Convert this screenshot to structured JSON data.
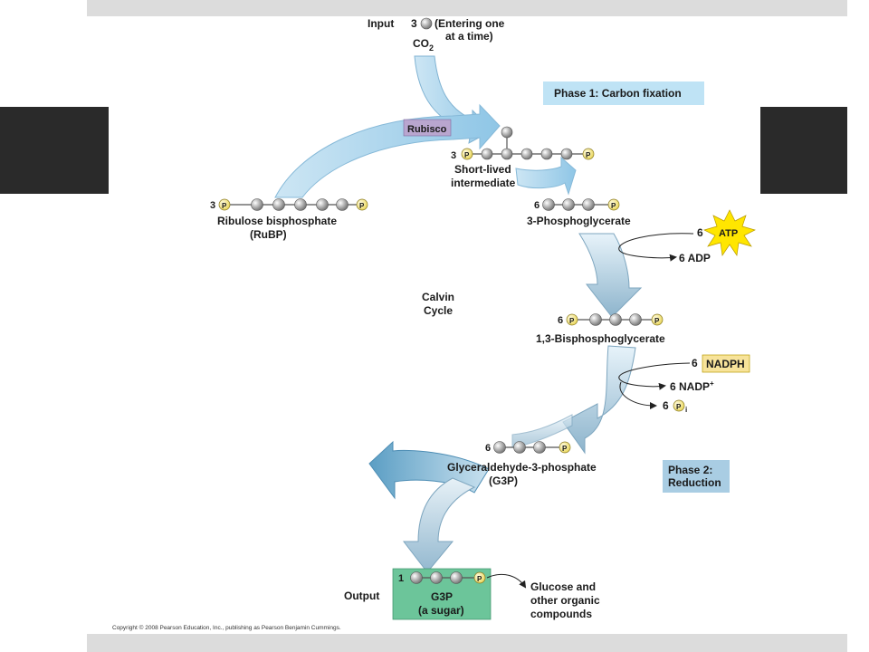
{
  "input": {
    "label": "Input",
    "count": "3",
    "entering_line1": "(Entering one",
    "entering_line2": "at a time)",
    "molecule_main": "CO",
    "molecule_sub": "2"
  },
  "phase1": {
    "label": "Phase 1: Carbon fixation"
  },
  "phase2": {
    "line1": "Phase 2:",
    "line2": "Reduction"
  },
  "rubisco": {
    "label": "Rubisco"
  },
  "intermediate": {
    "count": "3",
    "line1": "Short-lived",
    "line2": "intermediate"
  },
  "pga": {
    "count": "6",
    "label": "3-Phosphoglycerate"
  },
  "rubp": {
    "count": "3",
    "line1": "Ribulose bisphosphate",
    "line2": "(RuBP)"
  },
  "atp": {
    "count": "6",
    "label": "ATP"
  },
  "adp": {
    "label": "6 ADP"
  },
  "calvin": {
    "line1": "Calvin",
    "line2": "Cycle"
  },
  "bpg": {
    "count": "6",
    "label": "1,3-Bisphosphoglycerate"
  },
  "nadph": {
    "count": "6",
    "label": "NADPH"
  },
  "nadp": {
    "label": "6 NADP",
    "sup": "+"
  },
  "pi": {
    "count": "6",
    "letter": "P",
    "sub": "i"
  },
  "g3p_main": {
    "count": "6",
    "line1": "Glyceraldehyde-3-phosphate",
    "line2": "(G3P)"
  },
  "output": {
    "label": "Output",
    "count": "1",
    "box_line1": "G3P",
    "box_line2": "(a sugar)",
    "dest_line1": "Glucose and",
    "dest_line2": "other organic",
    "dest_line3": "compounds"
  },
  "phosphate_letter": "P",
  "copyright": "Copyright © 2008 Pearson Education, Inc., publishing as Pearson Benjamin Cummings.",
  "colors": {
    "phase1_box": "#bfe3f5",
    "phase2_box": "#a9cde3",
    "rubisco_box": "#b9a6cf",
    "nadph_box": "#f7e39a",
    "output_box": "#6cc59a",
    "atp_burst": "#ffe600",
    "phosphate": "#f7e98a",
    "carbon": "#9a9a9a"
  }
}
